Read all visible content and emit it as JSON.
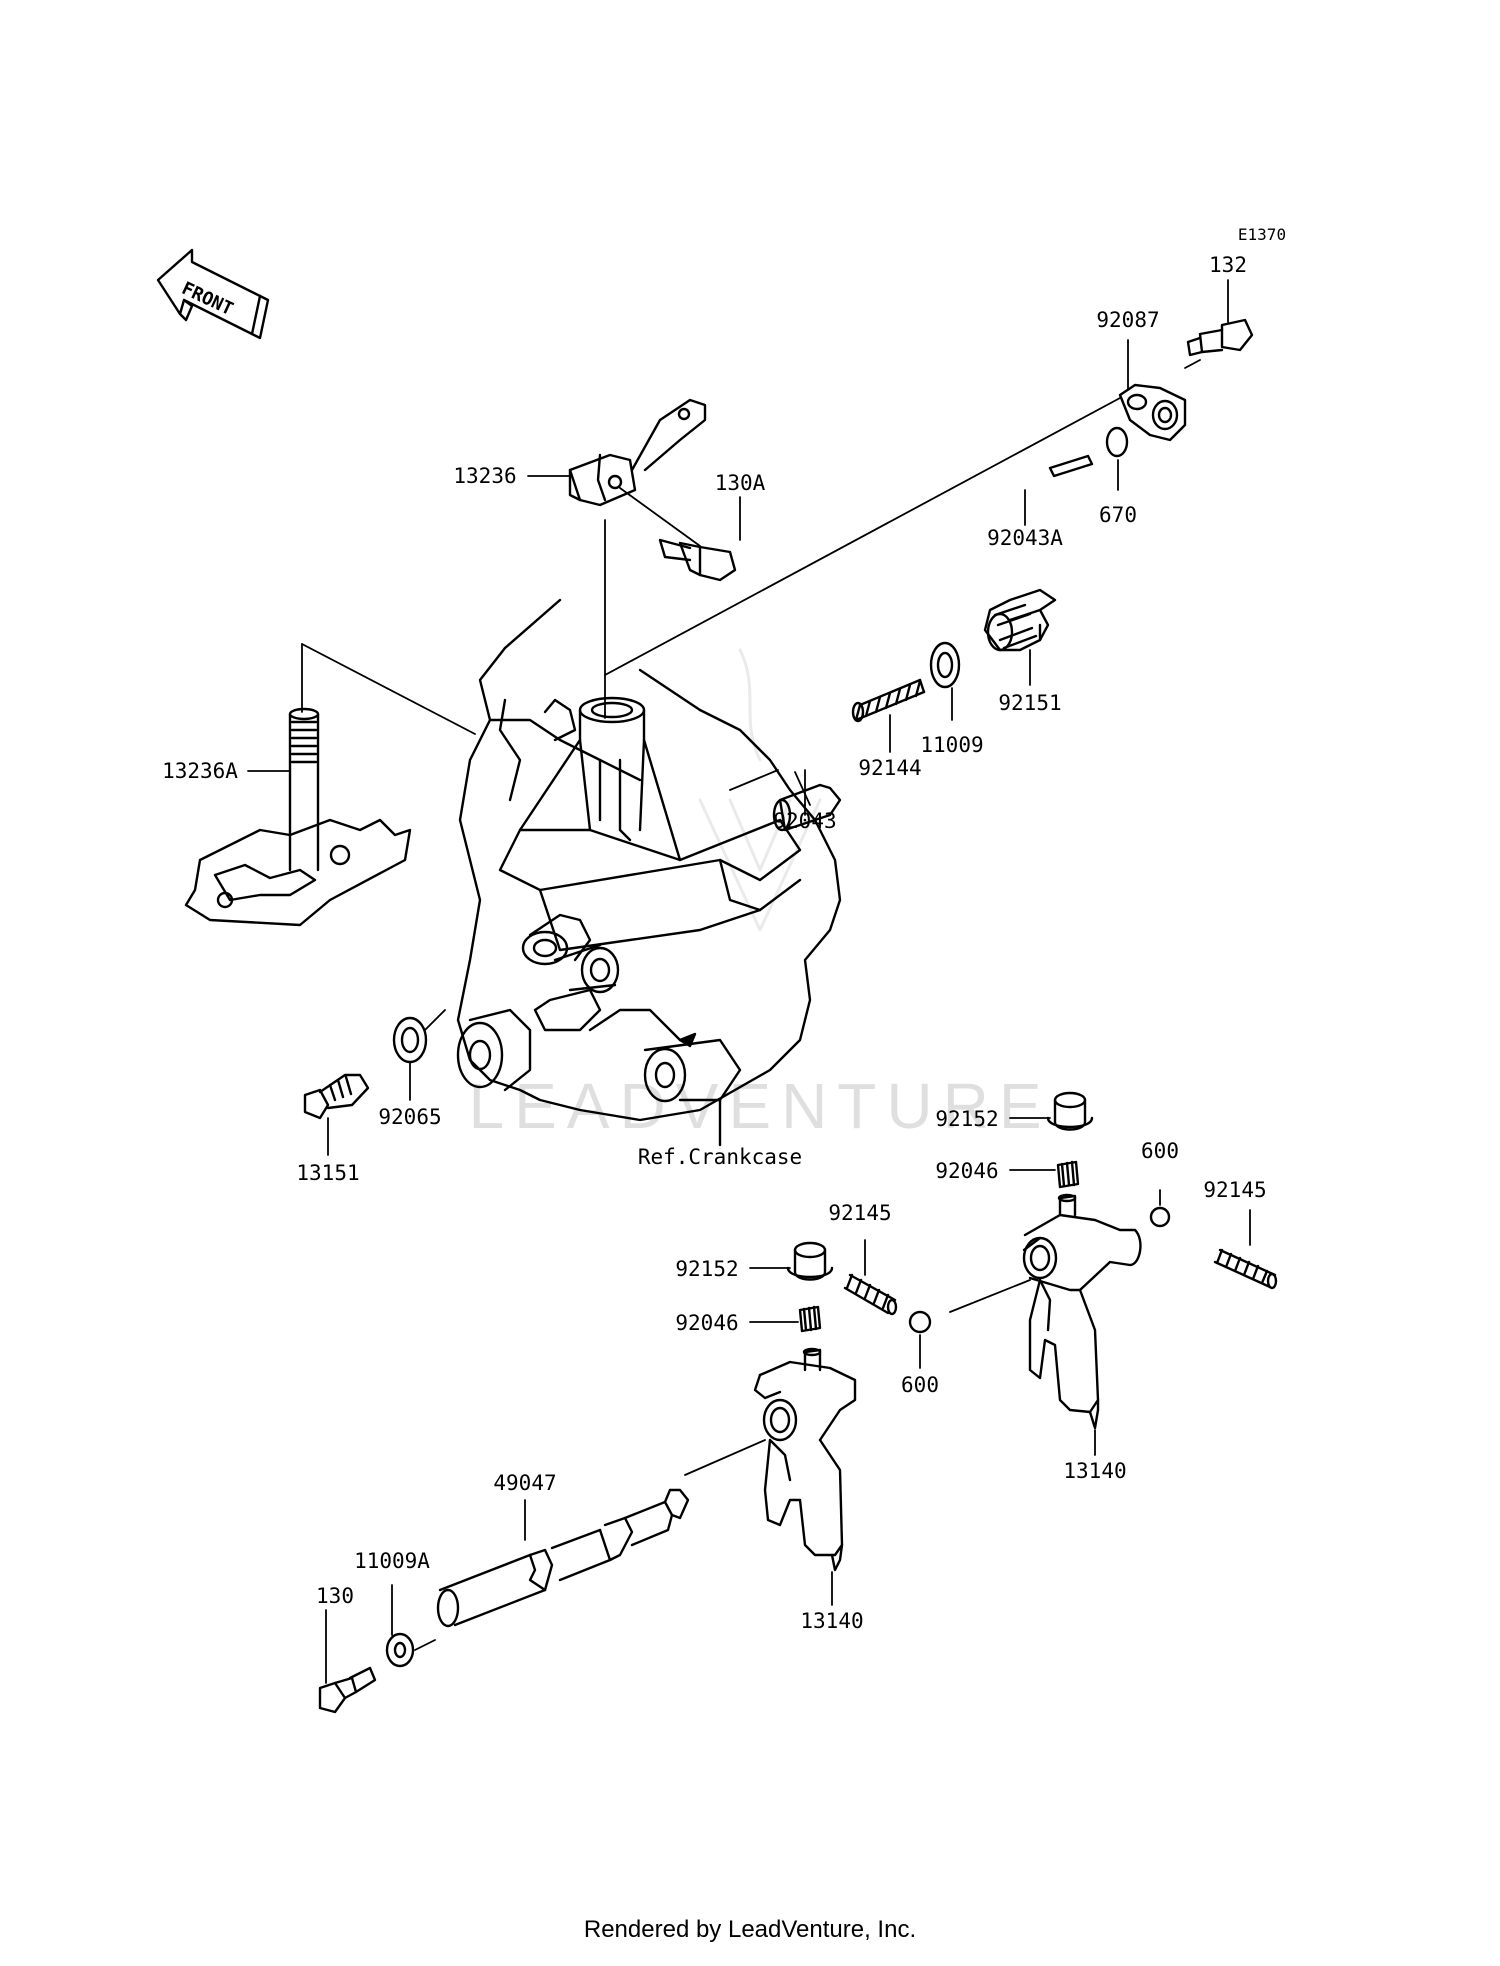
{
  "diagram_code": "E1370",
  "front_label": "FRONT",
  "watermark_text": "LEADVENTURE",
  "footer": "Rendered by LeadVenture, Inc.",
  "labels": {
    "p132": "132",
    "p92087": "92087",
    "p13236": "13236",
    "p130A": "130A",
    "p92043A": "92043A",
    "p670": "670",
    "p92151": "92151",
    "p11009": "11009",
    "p92144": "92144",
    "p92043": "92043",
    "p13236A": "13236A",
    "p13151": "13151",
    "p92065": "92065",
    "ref_crankcase": "Ref.Crankcase",
    "p92152_a": "92152",
    "p92046_a": "92046",
    "p600_a": "600",
    "p92145_a": "92145",
    "p92145_b": "92145",
    "p92152_b": "92152",
    "p92046_b": "92046",
    "p600_b": "600",
    "p13140_a": "13140",
    "p49047": "49047",
    "p11009A": "11009A",
    "p130": "130",
    "p13140_b": "13140"
  }
}
